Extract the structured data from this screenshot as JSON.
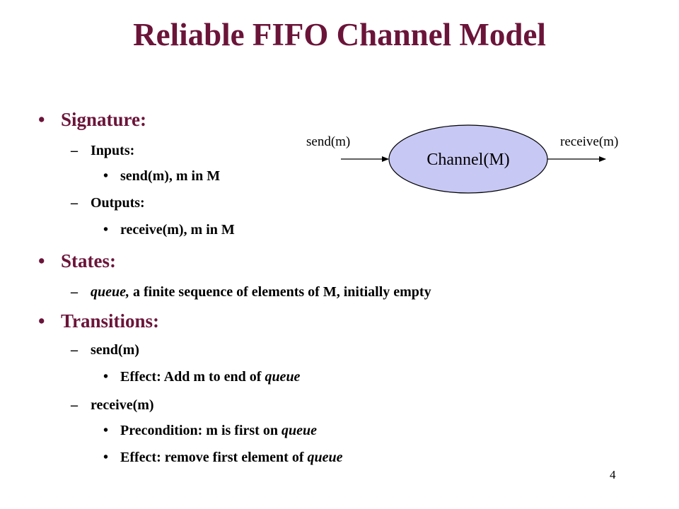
{
  "slide": {
    "title": "Reliable FIFO Channel Model",
    "page_number": "4",
    "colors": {
      "title": "#6b1439",
      "ellipse_fill": "#c8c8f5"
    }
  },
  "content": {
    "signature": "Signature:",
    "inputs": "Inputs:",
    "inputs_item": "send(m), m in M",
    "outputs": "Outputs:",
    "outputs_item": "receive(m), m in M",
    "states": "States:",
    "states_item_em": "queue,",
    "states_item_rest": " a finite sequence of elements of M, initially empty",
    "transitions": "Transitions:",
    "send": "send(m)",
    "send_effect": "Effect:  Add m to end of ",
    "send_effect_em": "queue",
    "receive": "receive(m)",
    "precondition": "Precondition:  m is first on ",
    "precondition_em": "queue",
    "receive_effect": "Effect:  remove first element of ",
    "receive_effect_em": "queue"
  },
  "diagram": {
    "channel_label": "Channel(M)",
    "input_label": "send(m)",
    "output_label": "receive(m)"
  },
  "bullets": {
    "level1": "•",
    "level2": "–",
    "level3": "•"
  }
}
